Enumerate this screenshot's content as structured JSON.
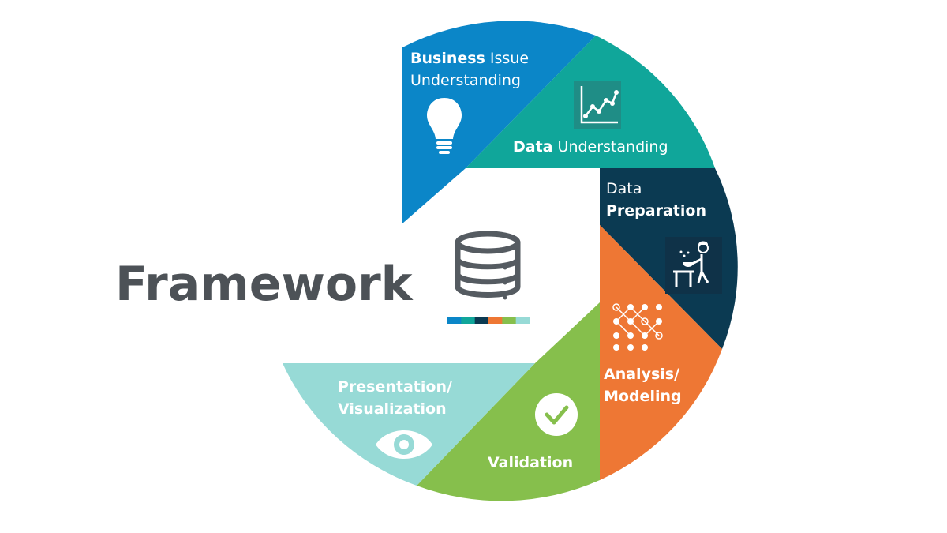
{
  "title": "Framework",
  "colors": {
    "business": "#0b86c8",
    "data_understanding": "#10a69a",
    "preparation": "#0b3a52",
    "analysis": "#ee7734",
    "validation": "#86bf4c",
    "presentation": "#97dad6",
    "title_text": "#4d5257",
    "icon_gray": "#555b61"
  },
  "segments": [
    {
      "id": "business",
      "bold": "Business",
      "normal": " Issue",
      "line2": "Understanding",
      "icon": "lightbulb-icon"
    },
    {
      "id": "data_understanding",
      "bold": "Data",
      "normal": " Understanding",
      "icon": "line-chart-icon"
    },
    {
      "id": "preparation",
      "line1": "Data",
      "bold": "Preparation",
      "icon": "chef-icon"
    },
    {
      "id": "analysis",
      "line1": "Analysis/",
      "line2": "Modeling",
      "icon": "network-nodes-icon"
    },
    {
      "id": "validation",
      "label": "Validation",
      "icon": "checkmark-icon"
    },
    {
      "id": "presentation",
      "line1": "Presentation/",
      "line2": "Visualization",
      "icon": "eye-icon"
    }
  ],
  "center_icon": "database-icon",
  "center_bar_colors": [
    "#0b86c8",
    "#10a69a",
    "#0b3a52",
    "#ee7734",
    "#86bf4c",
    "#97dad6"
  ]
}
